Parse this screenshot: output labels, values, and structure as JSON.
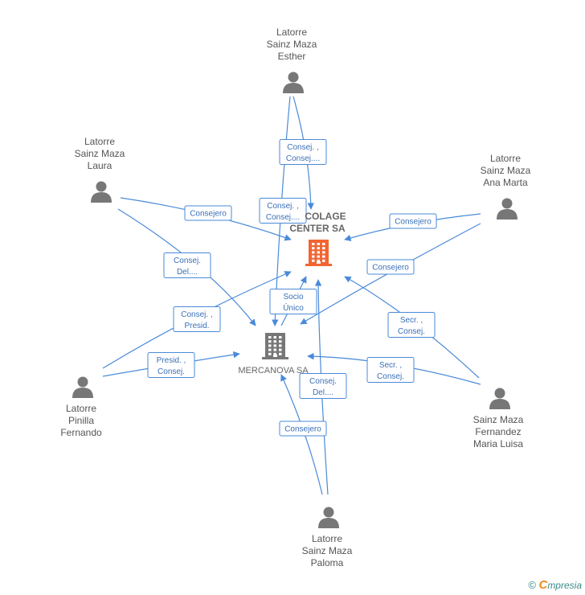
{
  "companies": {
    "bricolage": {
      "lines": [
        "COLAGE",
        "CENTER SA"
      ],
      "color": "#f26532"
    },
    "mercanova": {
      "lines": [
        "MERCANOVA SA"
      ],
      "color": "#777777"
    }
  },
  "persons": {
    "esther": {
      "lines": [
        "Latorre",
        "Sainz Maza",
        "Esther"
      ]
    },
    "laura": {
      "lines": [
        "Latorre",
        "Sainz Maza",
        "Laura"
      ]
    },
    "anamarta": {
      "lines": [
        "Latorre",
        "Sainz Maza",
        "Ana Marta"
      ]
    },
    "fernando": {
      "lines": [
        "Latorre",
        "Pinilla",
        "Fernando"
      ]
    },
    "marialuisa": {
      "lines": [
        "Sainz Maza",
        "Fernandez",
        "Maria Luisa"
      ]
    },
    "paloma": {
      "lines": [
        "Latorre",
        "Sainz Maza",
        "Paloma"
      ]
    }
  },
  "edges": [
    {
      "id": "e1",
      "lines": [
        "Consej. ,",
        "Consej...."
      ]
    },
    {
      "id": "e2",
      "lines": [
        "Consej. ,",
        "Consej...."
      ]
    },
    {
      "id": "e3",
      "lines": [
        "Consejero"
      ]
    },
    {
      "id": "e4",
      "lines": [
        "Consej.",
        "Del...."
      ]
    },
    {
      "id": "e5",
      "lines": [
        "Consejero"
      ]
    },
    {
      "id": "e6",
      "lines": [
        "Consejero"
      ]
    },
    {
      "id": "e7",
      "lines": [
        "Socio",
        "Único"
      ]
    },
    {
      "id": "e8",
      "lines": [
        "Consej. ,",
        "Presid."
      ]
    },
    {
      "id": "e9",
      "lines": [
        "Presid. ,",
        "Consej."
      ]
    },
    {
      "id": "e10",
      "lines": [
        "Secr. ,",
        "Consej."
      ]
    },
    {
      "id": "e11",
      "lines": [
        "Secr. ,",
        "Consej."
      ]
    },
    {
      "id": "e12",
      "lines": [
        "Consej.",
        "Del...."
      ]
    },
    {
      "id": "e13",
      "lines": [
        "Consejero"
      ]
    }
  ],
  "footer": {
    "copyright": "©",
    "brand_first": "C",
    "brand_rest": "mpresia"
  }
}
